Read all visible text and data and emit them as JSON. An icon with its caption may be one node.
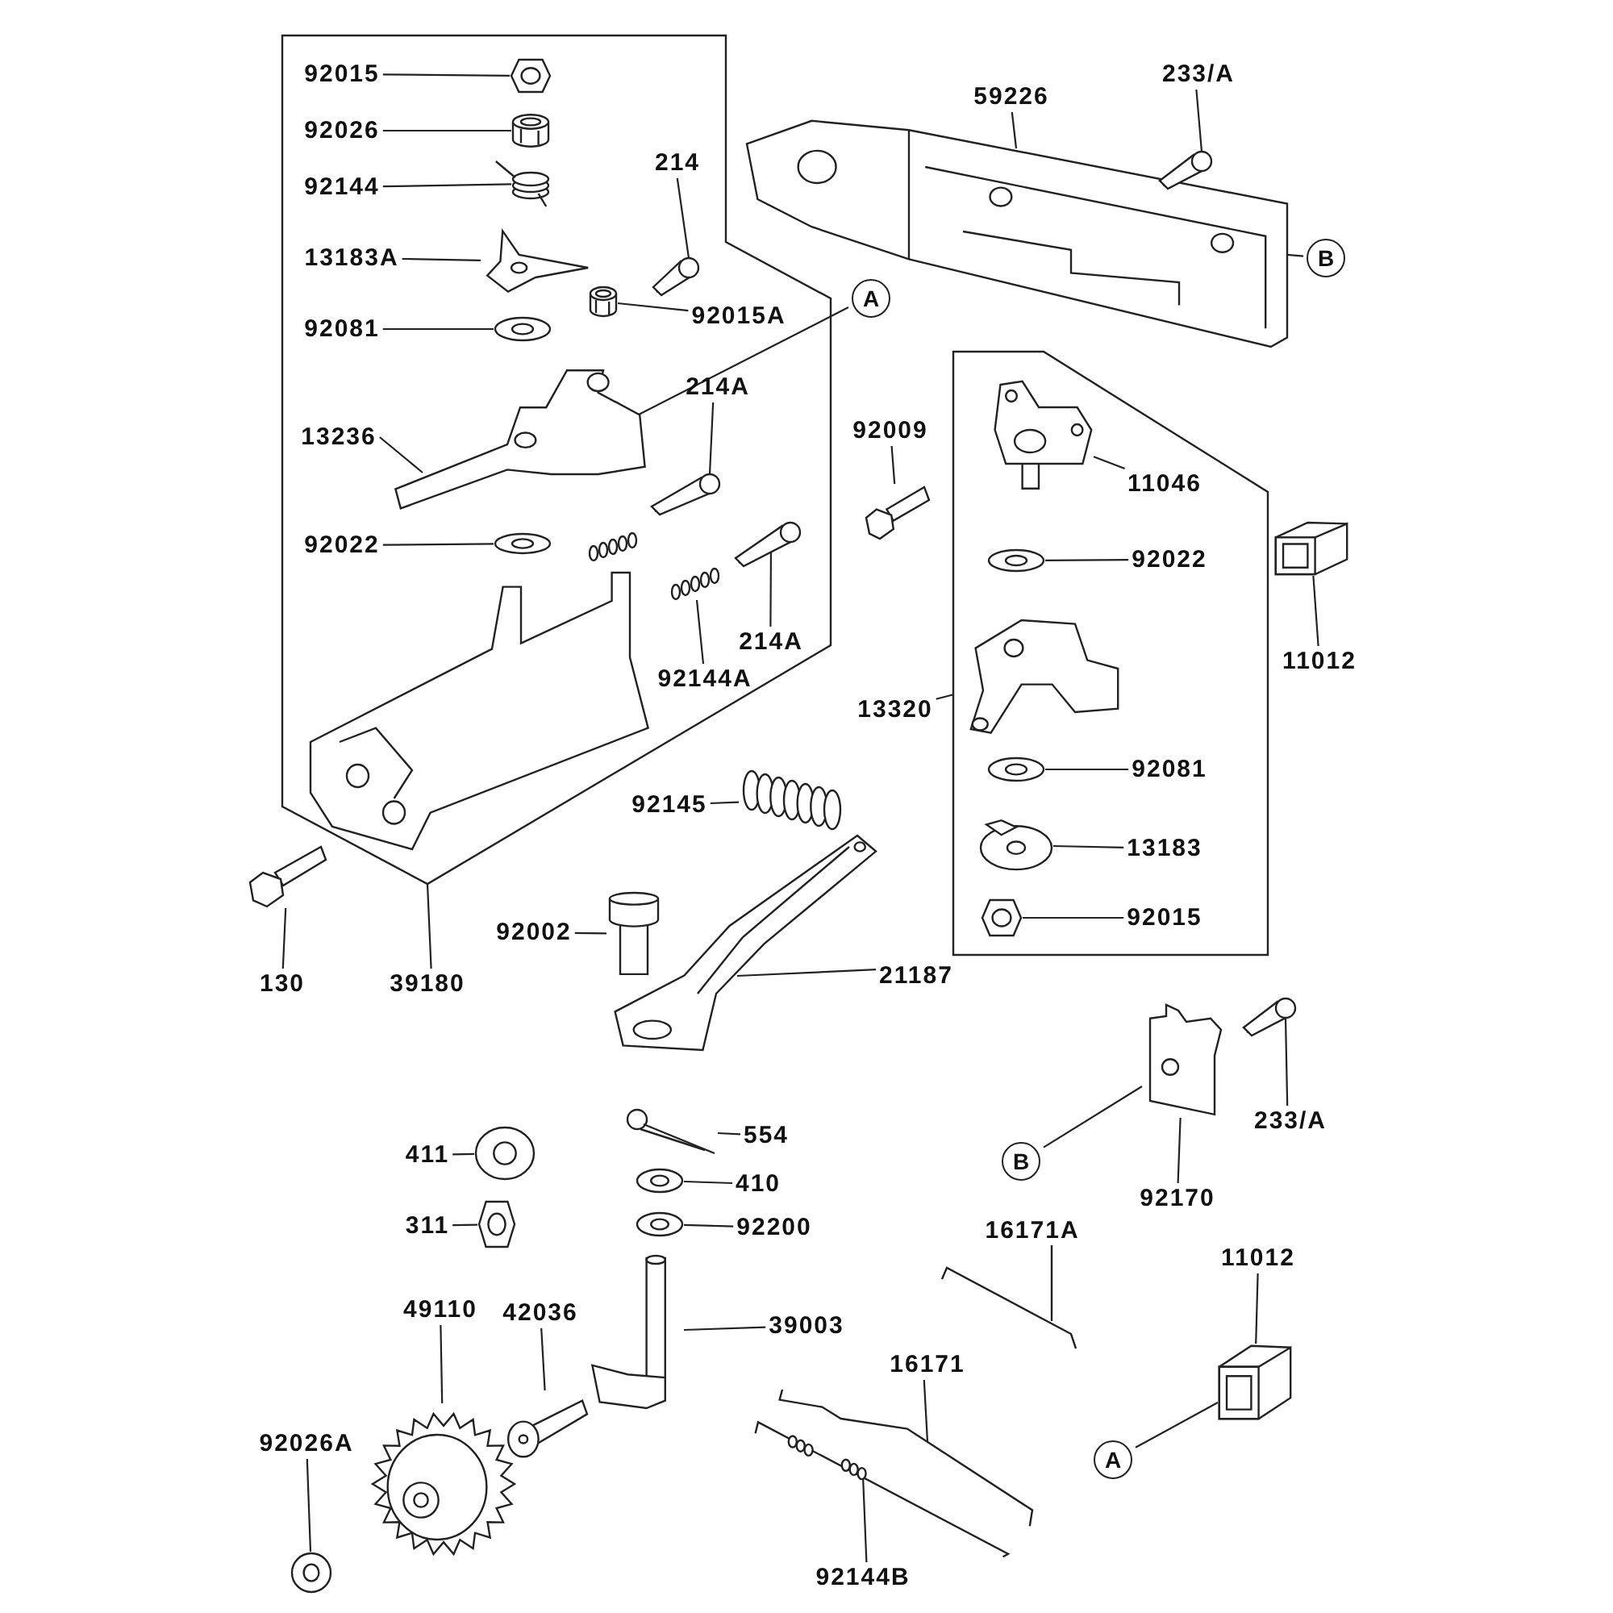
{
  "diagram": {
    "nodes": [
      {
        "text": [],
        "shape": "box"
      },
      {
        "text": [
          "92015"
        ],
        "in": 0
      },
      {
        "text": [],
        "shape": "picture",
        "in": 0
      },
      {
        "text": [
          "92026"
        ],
        "in": 0
      },
      {
        "text": [],
        "shape": "picture",
        "in": 0
      },
      {
        "text": [
          "92144"
        ],
        "in": 0
      },
      {
        "text": [],
        "shape": "picture",
        "in": 0
      },
      {
        "text": [
          "214"
        ],
        "in": 0
      },
      {
        "text": [],
        "shape": "picture",
        "in": 0
      },
      {
        "text": [
          "13183A"
        ],
        "in": 0
      },
      {
        "text": [],
        "shape": "picture",
        "in": 0
      },
      {
        "text": [
          "92081"
        ],
        "in": 0
      },
      {
        "text": [],
        "shape": "picture",
        "in": 0
      },
      {
        "text": [
          "92015A"
        ],
        "in": 0
      },
      {
        "text": [],
        "shape": "picture",
        "in": 0
      },
      {
        "text": [
          "214A"
        ],
        "in": 0
      },
      {
        "text": [],
        "shape": "picture",
        "in": 0
      },
      {
        "text": [
          "13236"
        ],
        "in": 0
      },
      {
        "text": [],
        "shape": "picture",
        "in": 0
      },
      {
        "text": [
          "92022"
        ],
        "in": 0
      },
      {
        "text": [],
        "shape": "picture",
        "in": 0
      },
      {
        "text": [],
        "shape": "picture",
        "in": 0
      },
      {
        "text": [
          "214A"
        ],
        "in": 0
      },
      {
        "text": [],
        "shape": "picture",
        "in": 0
      },
      {
        "text": [
          "92144A"
        ],
        "in": 0
      },
      {
        "text": [
          "130"
        ]
      },
      {
        "text": [],
        "shape": "picture"
      },
      {
        "text": [
          "39180"
        ]
      },
      {
        "text": [
          "59226"
        ]
      },
      {
        "text": [],
        "shape": "picture"
      },
      {
        "text": [
          "233/A"
        ]
      },
      {
        "text": [],
        "shape": "picture"
      },
      {
        "text": [
          "B"
        ]
      },
      {
        "text": [
          "A"
        ]
      },
      {
        "text": [],
        "shape": "box"
      },
      {
        "text": [],
        "shape": "picture",
        "in": 34
      },
      {
        "text": [
          "11046"
        ],
        "in": 34
      },
      {
        "text": [
          "92009"
        ]
      },
      {
        "text": [],
        "shape": "picture"
      },
      {
        "text": [],
        "shape": "picture",
        "in": 34
      },
      {
        "text": [
          "92022"
        ],
        "in": 34
      },
      {
        "text": [
          "11012"
        ]
      },
      {
        "text": [],
        "shape": "picture"
      },
      {
        "text": [
          "13320"
        ]
      },
      {
        "text": [],
        "shape": "picture",
        "in": 34
      },
      {
        "text": [
          "92081"
        ],
        "in": 34
      },
      {
        "text": [],
        "shape": "picture",
        "in": 34
      },
      {
        "text": [
          "13183"
        ],
        "in": 34
      },
      {
        "text": [],
        "shape": "picture",
        "in": 34
      },
      {
        "text": [
          "92015"
        ],
        "in": 34
      },
      {
        "text": [
          "92145"
        ]
      },
      {
        "text": [],
        "shape": "picture"
      },
      {
        "text": [
          "92002"
        ]
      },
      {
        "text": [],
        "shape": "picture"
      },
      {
        "text": [
          "21187"
        ]
      },
      {
        "text": [],
        "shape": "picture"
      },
      {
        "text": [],
        "shape": "picture"
      },
      {
        "text": [],
        "shape": "picture"
      },
      {
        "text": [
          "411"
        ]
      },
      {
        "text": [],
        "shape": "picture"
      },
      {
        "text": [],
        "shape": "picture"
      },
      {
        "text": [
          "554"
        ]
      },
      {
        "text": [
          "B"
        ]
      },
      {
        "text": [
          "233/A"
        ]
      },
      {
        "text": [],
        "shape": "picture"
      },
      {
        "text": [
          "410"
        ]
      },
      {
        "text": [
          "92170"
        ]
      },
      {
        "text": [
          "311"
        ]
      },
      {
        "text": [],
        "shape": "picture"
      },
      {
        "text": [],
        "shape": "picture"
      },
      {
        "text": [
          "92200"
        ]
      },
      {
        "text": [
          "11012"
        ]
      },
      {
        "text": [
          "39003"
        ]
      },
      {
        "text": [],
        "shape": "picture"
      },
      {
        "text": [
          "49110"
        ]
      },
      {
        "text": [
          "42036"
        ]
      },
      {
        "text": [
          "16171"
        ]
      },
      {
        "text": [],
        "shape": "picture"
      },
      {
        "text": [],
        "shape": "picture"
      },
      {
        "text": [],
        "shape": "picture"
      },
      {
        "text": [
          "92026A"
        ]
      },
      {
        "text": [],
        "shape": "picture"
      },
      {
        "text": [
          "A"
        ]
      },
      {
        "text": [],
        "shape": "picture"
      },
      {
        "text": [],
        "shape": "picture"
      },
      {
        "text": [
          "92144B"
        ]
      }
    ],
    "edges": [
      {
        "from": 1,
        "to": 2,
        "arrow": "none"
      },
      {
        "from": 3,
        "to": 4,
        "arrow": "none"
      },
      {
        "from": 5,
        "to": 6,
        "arrow": "none"
      },
      {
        "from": 7,
        "to": 8,
        "arrow": "none"
      },
      {
        "from": 9,
        "to": 10,
        "arrow": "none"
      },
      {
        "from": 11,
        "to": 12,
        "arrow": "none"
      },
      {
        "from": 13,
        "to": 14,
        "arrow": "none"
      },
      {
        "from": 15,
        "to": 16,
        "arrow": "none"
      },
      {
        "from": 17,
        "to": 18,
        "arrow": "none"
      },
      {
        "from": 19,
        "to": 20,
        "arrow": "none"
      },
      {
        "from": 22,
        "to": 21,
        "arrow": "none"
      },
      {
        "from": 24,
        "to": 23,
        "arrow": "none"
      },
      {
        "from": 25,
        "to": 26,
        "arrow": "none"
      },
      {
        "from": 27,
        "to": 0,
        "arrow": "none"
      },
      {
        "from": 28,
        "to": 29,
        "arrow": "none"
      },
      {
        "from": 30,
        "to": 31,
        "arrow": "none"
      },
      {
        "from": 32,
        "to": 29,
        "arrow": "none"
      },
      {
        "from": 33,
        "to": 18,
        "arrow": "none"
      },
      {
        "from": 36,
        "to": 35,
        "arrow": "none"
      },
      {
        "from": 37,
        "to": 38,
        "arrow": "none"
      },
      {
        "from": 40,
        "to": 39,
        "arrow": "none"
      },
      {
        "from": 41,
        "to": 42,
        "arrow": "none"
      },
      {
        "from": 43,
        "to": 34,
        "arrow": "none"
      },
      {
        "from": 45,
        "to": 44,
        "arrow": "none"
      },
      {
        "from": 47,
        "to": 46,
        "arrow": "none"
      },
      {
        "from": 49,
        "to": 48,
        "arrow": "none"
      },
      {
        "from": 50,
        "to": 51,
        "arrow": "none"
      },
      {
        "from": 52,
        "to": 53,
        "arrow": "none"
      },
      {
        "from": 54,
        "to": 55,
        "arrow": "none"
      },
      {
        "from": 58,
        "to": 59,
        "arrow": "none"
      },
      {
        "from": 61,
        "to": 60,
        "arrow": "none"
      },
      {
        "from": 62,
        "to": 56,
        "arrow": "none"
      },
      {
        "from": 63,
        "to": 57,
        "arrow": "none"
      },
      {
        "from": 65,
        "to": 64,
        "arrow": "none"
      },
      {
        "from": 66,
        "to": 56,
        "arrow": "none"
      },
      {
        "from": 67,
        "to": 68,
        "arrow": "none"
      },
      {
        "from": 70,
        "to": 69,
        "arrow": "none"
      },
      {
        "from": 71,
        "to": 77,
        "arrow": "none"
      },
      {
        "from": 72,
        "to": 73,
        "arrow": "none"
      },
      {
        "from": 74,
        "to": 78,
        "arrow": "none"
      },
      {
        "from": 75,
        "to": 79,
        "arrow": "none"
      },
      {
        "from": 76,
        "to": 81,
        "arrow": "none"
      },
      {
        "from": 80,
        "to": 83,
        "arrow": "none"
      },
      {
        "from": 82,
        "to": 77,
        "arrow": "none"
      },
      {
        "from": 85,
        "to": 84,
        "arrow": "none"
      }
    ],
    "labels": [
      "16171A"
    ]
  }
}
